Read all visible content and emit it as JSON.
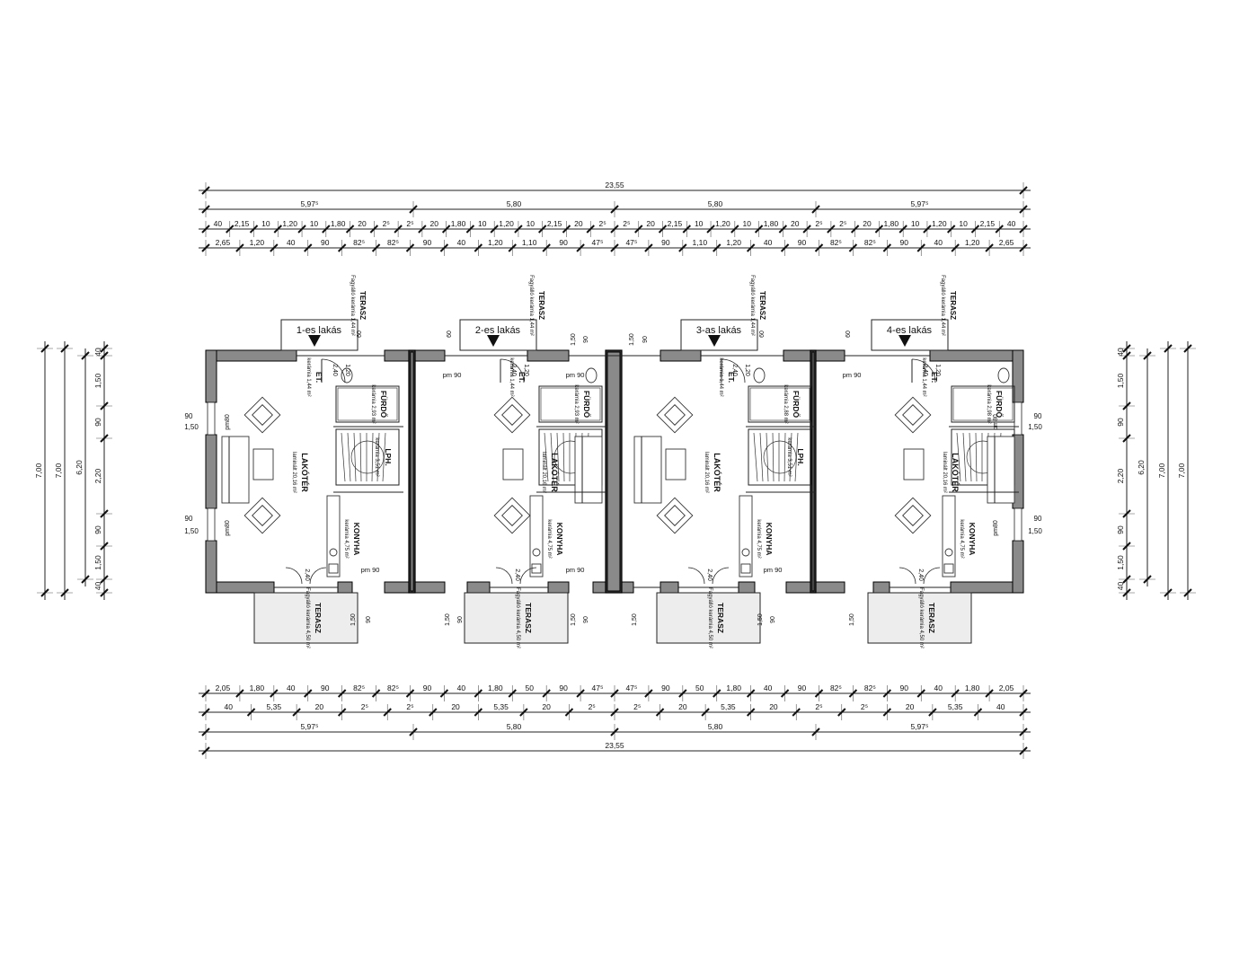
{
  "dims": {
    "top_total": "23,55",
    "top_units": [
      "5,97⁵",
      "5,80",
      "5,80",
      "5,97⁵"
    ],
    "top_row3": [
      "40",
      "2,15",
      "10",
      "1,20",
      "10",
      "1,80",
      "20",
      "2⁵",
      "2⁵",
      "20",
      "1,80",
      "10",
      "1,20",
      "10",
      "2,15",
      "20",
      "2⁵",
      "2⁵",
      "20",
      "2,15",
      "10",
      "1,20",
      "10",
      "1,80",
      "20",
      "2⁵",
      "2⁵",
      "20",
      "1,80",
      "10",
      "1,20",
      "10",
      "2,15",
      "40"
    ],
    "top_row4": [
      "2,65",
      "1,20",
      "40",
      "90",
      "82⁵",
      "82⁵",
      "90",
      "40",
      "1,20",
      "1,10",
      "90",
      "47⁵",
      "47⁵",
      "90",
      "1,10",
      "1,20",
      "40",
      "90",
      "82⁵",
      "82⁵",
      "90",
      "40",
      "1,20",
      "2,65"
    ],
    "bottom_row1": [
      "2,05",
      "1,80",
      "40",
      "90",
      "82⁵",
      "82⁵",
      "90",
      "40",
      "1,80",
      "50",
      "90",
      "47⁵",
      "47⁵",
      "90",
      "50",
      "1,80",
      "40",
      "90",
      "82⁵",
      "82⁵",
      "90",
      "40",
      "1,80",
      "2,05"
    ],
    "bottom_row2": [
      "40",
      "5,35",
      "20",
      "2⁵",
      "2⁵",
      "20",
      "5,35",
      "20",
      "2⁵",
      "2⁵",
      "20",
      "5,35",
      "20",
      "2⁵",
      "2⁵",
      "20",
      "5,35",
      "40"
    ],
    "bottom_units": [
      "5,97⁵",
      "5,80",
      "5,80",
      "5,97⁵"
    ],
    "bottom_total": "23,55",
    "left": [
      "7,00",
      "7,00",
      "6,20",
      "40",
      "1,50",
      "90",
      "2,20",
      "90",
      "1,50",
      "40"
    ],
    "right": [
      "40",
      "1,50",
      "90",
      "2,20",
      "90",
      "1,50",
      "40",
      "6,20",
      "7,00",
      "7,00"
    ],
    "misc": [
      "90",
      "1,50",
      "pm",
      "80",
      "pm 90",
      "2,40",
      "1,20",
      "60",
      "1,50",
      "90"
    ]
  },
  "units": [
    {
      "label": "1-es lakás",
      "terasz_top": "TERASZ",
      "terasz_top_sub": "Fagyálló kerámia 1,44 m²",
      "et": "ET.",
      "et_sub": "kerámia 1,44 m²",
      "furdo": "FÜRDŐ",
      "furdo_sub": "kerámia 2,93 m²",
      "lph": "LPH.",
      "lph_sub": "kerámia 3,51 m²",
      "lakoter": "LAKÓTÉR",
      "lakoter_sub": "laminált 20,16 m²",
      "konyha": "KONYHA",
      "konyha_sub": "kerámia 4,75 m²",
      "terasz_bottom": "TERASZ",
      "terasz_bottom_sub": "Fagyálló kerámia 4,50 m²"
    },
    {
      "label": "2-es lakás",
      "terasz_top": "TERASZ",
      "terasz_top_sub": "Fagyálló kerámia 1,44 m²",
      "et": "ET.",
      "et_sub": "kerámia 1,44 m²",
      "furdo": "FÜRDŐ",
      "furdo_sub": "kerámia 2,93 m²",
      "lph": "LPH.",
      "lph_sub": "kerámia 3,51 m²",
      "lakoter": "LAKÓTÉR",
      "lakoter_sub": "laminált 20,16 m²",
      "konyha": "KONYHA",
      "konyha_sub": "kerámia 4,75 m²",
      "terasz_bottom": "TERASZ",
      "terasz_bottom_sub": "Fagyálló kerámia 4,50 m²"
    },
    {
      "label": "3-as lakás",
      "terasz_top": "TERASZ",
      "terasz_top_sub": "Fagyálló kerámia 1,44 m²",
      "et": "ET.",
      "et_sub": "kerámia 1,44 m²",
      "furdo": "FÜRDŐ",
      "furdo_sub": "kerámia 2,88 m²",
      "lph": "LPH.",
      "lph_sub": "kerámia 3,51 m²",
      "lakoter": "LAKÓTÉR",
      "lakoter_sub": "laminált 20,16 m²",
      "konyha": "KONYHA",
      "konyha_sub": "kerámia 4,75 m²",
      "terasz_bottom": "TERASZ",
      "terasz_bottom_sub": "Fagyálló kerámia 4,50 m²"
    },
    {
      "label": "4-es lakás",
      "terasz_top": "TERASZ",
      "terasz_top_sub": "Fagyálló kerámia 1,44 m²",
      "et": "ET.",
      "et_sub": "kerámia 1,44 m²",
      "furdo": "FÜRDŐ",
      "furdo_sub": "kerámia 2,98 m²",
      "lph": "LPH.",
      "lph_sub": "kerámia 3,51 m²",
      "lakoter": "LAKÓTÉR",
      "lakoter_sub": "laminált 20,16 m²",
      "konyha": "KONYHA",
      "konyha_sub": "kerámia 4,75 m²",
      "terasz_bottom": "TERASZ",
      "terasz_bottom_sub": "Fagyálló kerámia 4,50 m²"
    }
  ]
}
